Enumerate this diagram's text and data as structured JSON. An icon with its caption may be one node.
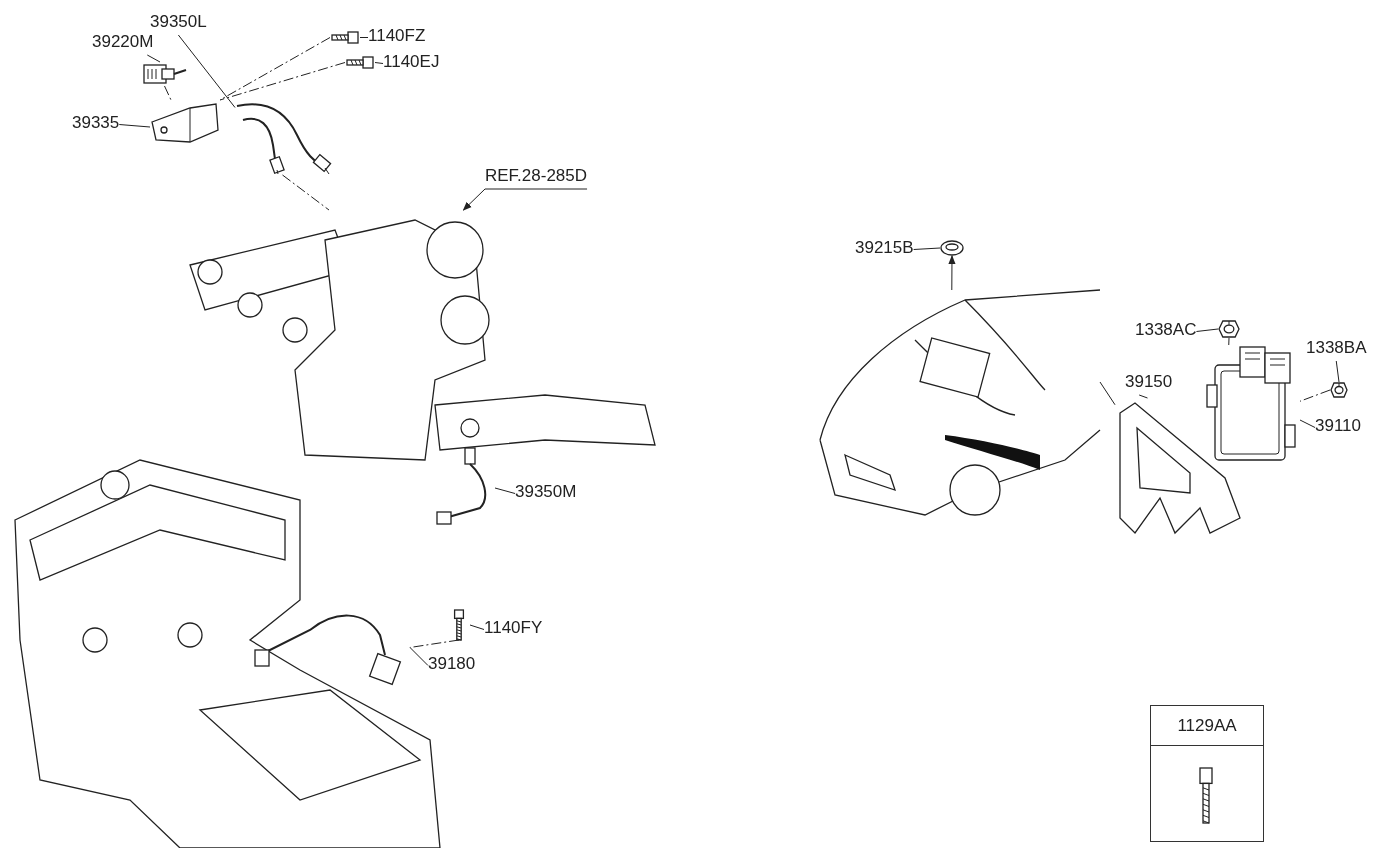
{
  "diagram": {
    "nodes": [
      {
        "text": [
          "39350L"
        ]
      },
      {
        "text": [
          "39220M"
        ]
      },
      {
        "text": [
          "1140FZ"
        ]
      },
      {
        "text": [
          "1140EJ"
        ]
      },
      {
        "text": [
          "39335"
        ]
      },
      {
        "text": [
          "REF.28-285D"
        ]
      },
      {
        "text": [
          "39215B"
        ]
      },
      {
        "text": [
          "1338AC"
        ]
      },
      {
        "text": [
          "1338BA"
        ]
      },
      {
        "text": [
          "39150"
        ]
      },
      {
        "text": [
          "39110"
        ]
      },
      {
        "text": [
          "39350M"
        ]
      },
      {
        "text": [
          "1140FY"
        ]
      },
      {
        "text": [
          "39180"
        ]
      },
      {
        "text": [
          "1129AA"
        ]
      },
      {
        "text": [],
        "shape": "picture"
      },
      {
        "text": [],
        "shape": "picture"
      },
      {
        "text": [],
        "shape": "picture"
      },
      {
        "text": [],
        "shape": "picture"
      },
      {
        "text": [],
        "shape": "picture"
      },
      {
        "text": [],
        "shape": "picture"
      },
      {
        "text": [],
        "shape": "picture"
      },
      {
        "text": [],
        "shape": "picture"
      },
      {
        "text": [],
        "shape": "picture"
      },
      {
        "text": [],
        "shape": "picture"
      },
      {
        "text": [],
        "shape": "picture"
      },
      {
        "text": [],
        "shape": "picture"
      },
      {
        "text": [],
        "shape": "picture"
      },
      {
        "text": [],
        "shape": "picture"
      },
      {
        "text": [],
        "shape": "picture"
      },
      {
        "text": [],
        "shape": "picture",
        "in": 14
      }
    ],
    "edges": [
      {
        "from": 0,
        "to": 15,
        "arrow": "none"
      },
      {
        "from": 1,
        "to": 16,
        "arrow": "none"
      },
      {
        "from": 2,
        "to": 17,
        "arrow": "none"
      },
      {
        "from": 3,
        "to": 18,
        "arrow": "none"
      },
      {
        "from": 4,
        "to": 19,
        "arrow": "none"
      },
      {
        "from": 5,
        "to": 20,
        "arrow": "to"
      },
      {
        "from": 6,
        "to": 21,
        "arrow": "none"
      },
      {
        "from": 22,
        "to": 21,
        "arrow": "to"
      },
      {
        "from": 7,
        "to": 23,
        "arrow": "none"
      },
      {
        "from": 8,
        "to": 24,
        "arrow": "none"
      },
      {
        "from": 9,
        "to": 25,
        "arrow": "none"
      },
      {
        "from": 10,
        "to": 26,
        "arrow": "none"
      },
      {
        "from": 11,
        "to": 27,
        "arrow": "none"
      },
      {
        "from": 12,
        "to": 28,
        "arrow": "none"
      },
      {
        "from": 13,
        "to": 29,
        "arrow": "none"
      },
      {
        "from": 22,
        "to": 25,
        "arrow": "none"
      },
      {
        "from": 16,
        "to": 19,
        "arrow": "none",
        "style": "dashed"
      },
      {
        "from": 17,
        "to": 19,
        "arrow": "none",
        "style": "dashed"
      },
      {
        "from": 18,
        "to": 19,
        "arrow": "none",
        "style": "dashed"
      },
      {
        "from": 15,
        "to": 20,
        "arrow": "none",
        "style": "dashed"
      },
      {
        "from": 23,
        "to": 26,
        "arrow": "none",
        "style": "dashed"
      },
      {
        "from": 24,
        "to": 26,
        "arrow": "none",
        "style": "dashed"
      },
      {
        "from": 28,
        "to": 29,
        "arrow": "none",
        "style": "dashed"
      }
    ]
  }
}
